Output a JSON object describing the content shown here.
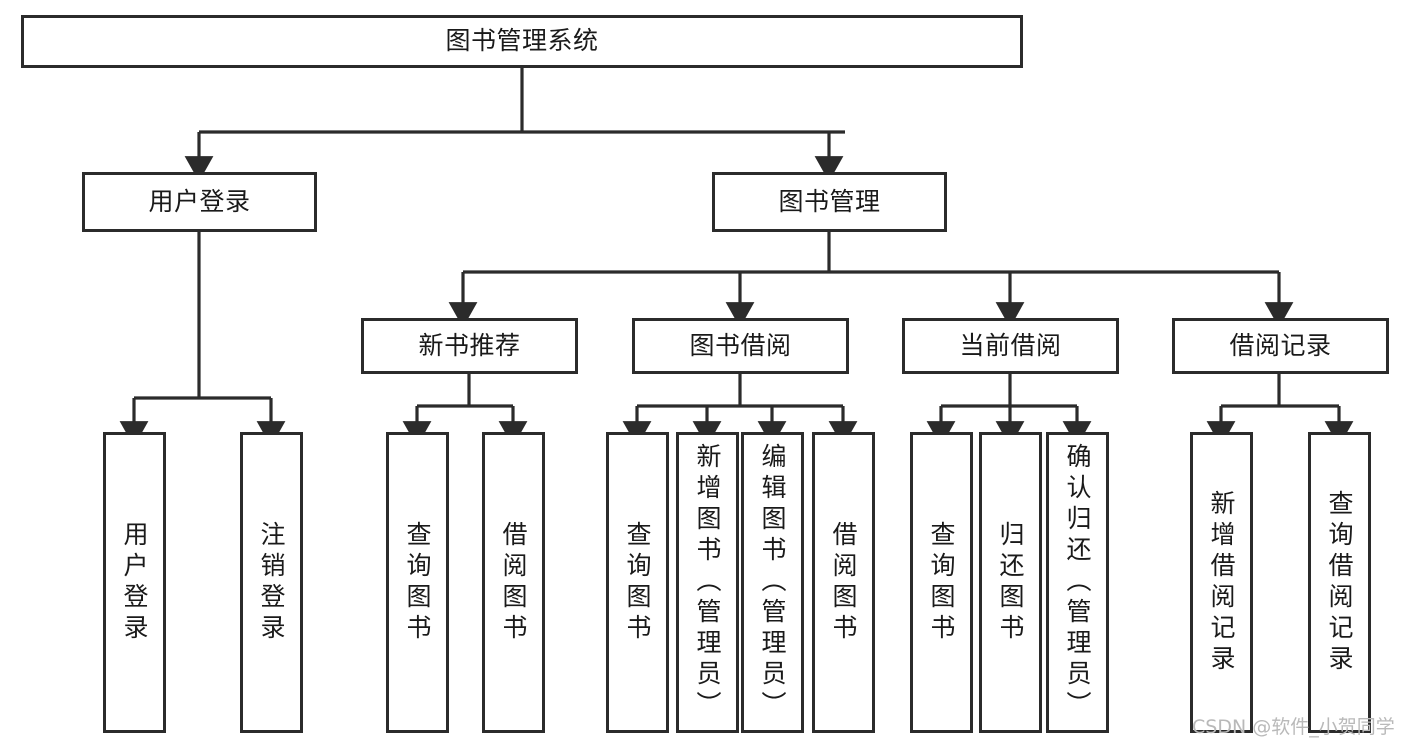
{
  "diagram": {
    "type": "tree-hierarchy-chart",
    "title": "图书管理系统",
    "stroke_color": "#2b2b2b",
    "background_color": "#ffffff",
    "text_color": "#1a1a1a",
    "nodes": {
      "root": {
        "label": "图书管理系统",
        "level": 0,
        "orientation": "horizontal"
      },
      "l1": [
        {
          "label": "用户登录",
          "level": 1,
          "orientation": "horizontal"
        },
        {
          "label": "图书管理",
          "level": 1,
          "orientation": "horizontal"
        }
      ],
      "l2": [
        {
          "label": "新书推荐",
          "level": 2,
          "orientation": "horizontal"
        },
        {
          "label": "图书借阅",
          "level": 2,
          "orientation": "horizontal"
        },
        {
          "label": "当前借阅",
          "level": 2,
          "orientation": "horizontal"
        },
        {
          "label": "借阅记录",
          "level": 2,
          "orientation": "horizontal"
        }
      ],
      "leaves": [
        {
          "label": "用户登录",
          "parent": "用户登录",
          "orientation": "vertical"
        },
        {
          "label": "注销登录",
          "parent": "用户登录",
          "orientation": "vertical"
        },
        {
          "label": "查询图书",
          "parent": "新书推荐",
          "orientation": "vertical"
        },
        {
          "label": "借阅图书",
          "parent": "新书推荐",
          "orientation": "vertical"
        },
        {
          "label": "查询图书",
          "parent": "图书借阅",
          "orientation": "vertical"
        },
        {
          "label": "新增图书（管理员）",
          "parent": "图书借阅",
          "orientation": "vertical"
        },
        {
          "label": "编辑图书（管理员）",
          "parent": "图书借阅",
          "orientation": "vertical"
        },
        {
          "label": "借阅图书",
          "parent": "图书借阅",
          "orientation": "vertical"
        },
        {
          "label": "查询图书",
          "parent": "当前借阅",
          "orientation": "vertical"
        },
        {
          "label": "归还图书",
          "parent": "当前借阅",
          "orientation": "vertical"
        },
        {
          "label": "确认归还（管理员）",
          "parent": "当前借阅",
          "orientation": "vertical"
        },
        {
          "label": "新增借阅记录",
          "parent": "借阅记录",
          "orientation": "vertical"
        },
        {
          "label": "查询借阅记录",
          "parent": "借阅记录",
          "orientation": "vertical"
        }
      ]
    }
  },
  "watermark": {
    "text": "CSDN @软件_小贺同学"
  }
}
